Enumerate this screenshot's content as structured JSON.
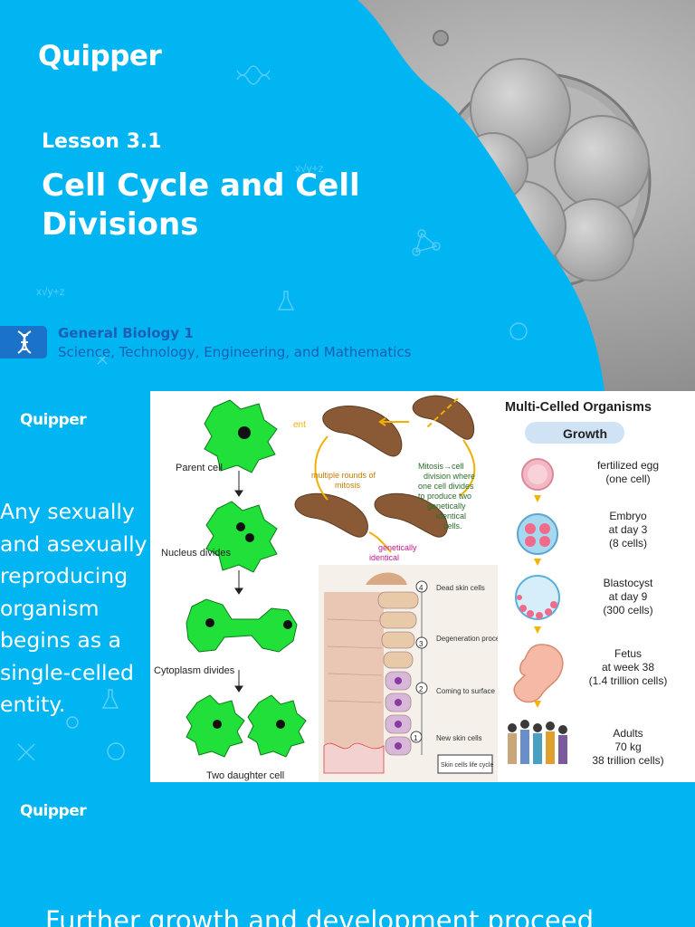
{
  "brand": {
    "name": "Quipper"
  },
  "slide1": {
    "lesson_number": "Lesson 3.1",
    "lesson_title": "Cell Cycle and Cell Divisions",
    "subject_name": "General Biology 1",
    "subject_strand": "Science, Technology, Engineering, and Mathematics",
    "subject_icon": "dna-icon"
  },
  "slide2": {
    "body_text": "Any sexually and asexually reproducing organism begins as a single-celled entity.",
    "mitosis_labels": {
      "parent": "Parent cell",
      "nucleus": "Nucleus divides",
      "cytoplasm": "Cytoplasm divides",
      "daughter": "Two daughter cell"
    },
    "planaria_labels": {
      "cut": "ent",
      "rounds": "multiple rounds of mitosis",
      "mitosis": "Mitosis → cell division where one cell divides to produce two genetically identical cells.",
      "identical": "genetically identical"
    },
    "skin_labels": {
      "dead": "Dead skin cells",
      "degeneration": "Degeneration process",
      "surface": "Coming to surface",
      "new": "New skin cells",
      "cycle": "Skin cells life cycle",
      "step4": "4",
      "step3": "3",
      "step2": "2",
      "step1": "1"
    },
    "growth": {
      "title": "Multi-Celled Organisms",
      "heading": "Growth",
      "stages": [
        {
          "l1": "fertilized egg",
          "l2": "(one cell)",
          "l3": ""
        },
        {
          "l1": "Embryo",
          "l2": "at day 3",
          "l3": "(8 cells)"
        },
        {
          "l1": "Blastocyst",
          "l2": "at day 9",
          "l3": "(300 cells)"
        },
        {
          "l1": "Fetus",
          "l2": "at week 38",
          "l3": "(1.4 trillion cells)"
        },
        {
          "l1": "Adults",
          "l2": "70 kg",
          "l3": "38 trillion cells)"
        }
      ]
    }
  },
  "slide3": {
    "text": "Further growth and development proceed"
  },
  "colors": {
    "slide_blue": "#00b5f1",
    "cell_green": "#22e03a",
    "subject_blue": "#1a73c9"
  }
}
